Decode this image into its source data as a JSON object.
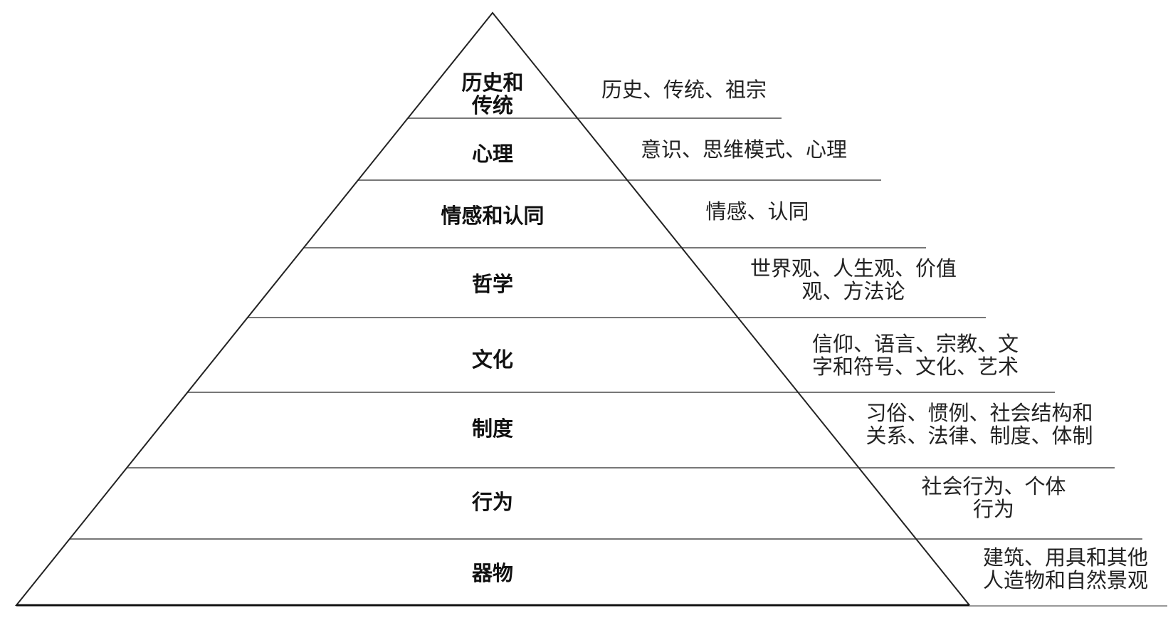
{
  "title": "",
  "levels": [
    {
      "label": [
        "历史和",
        "传统"
      ],
      "description": [
        "历史、传统、祖宗"
      ]
    },
    {
      "label": [
        "心理"
      ],
      "description": [
        "意识、思维模式、心理"
      ]
    },
    {
      "label": [
        "情感和认同"
      ],
      "description": [
        "情感、认同"
      ]
    },
    {
      "label": [
        "哲学"
      ],
      "description": [
        "世界观、人生观、价值",
        "观、方法论"
      ]
    },
    {
      "label": [
        "文化"
      ],
      "description": [
        "信仰、语言、宗教、文",
        "字和符号、文化、艺术"
      ]
    },
    {
      "label": [
        "制度"
      ],
      "description": [
        "习俗、惯例、社会结构和",
        "关系、法律、制度、体制"
      ]
    },
    {
      "label": [
        "行为"
      ],
      "description": [
        "社会行为、个体",
        "行为"
      ]
    },
    {
      "label": [
        "器物"
      ],
      "description": [
        "建筑、用具和其他",
        "人造物和自然景观"
      ]
    }
  ],
  "colors": {
    "line": "#222222",
    "divider": "#777777"
  }
}
